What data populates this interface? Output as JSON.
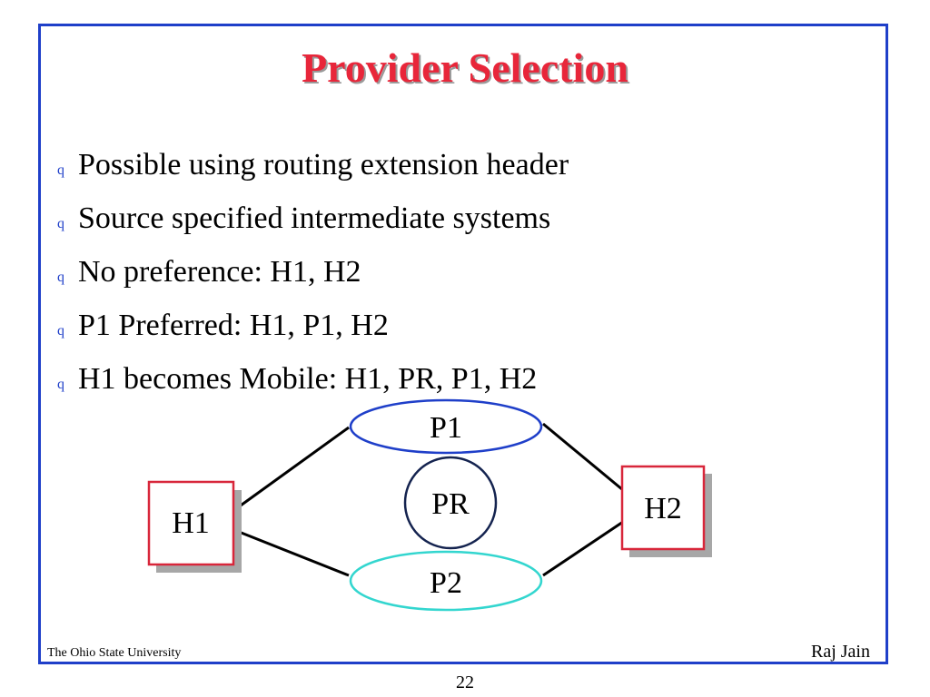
{
  "slide": {
    "title": "Provider Selection",
    "bullets": [
      {
        "marker": "q",
        "text": "Possible using routing extension header"
      },
      {
        "marker": "q",
        "text": "Source specified intermediate systems"
      },
      {
        "marker": "q",
        "text": "No preference: H1, H2"
      },
      {
        "marker": "q",
        "text": "P1 Preferred: H1, P1, H2"
      },
      {
        "marker": "q",
        "text": "H1 becomes Mobile: H1, PR, P1, H2"
      }
    ],
    "diagram": {
      "nodes": {
        "h1": "H1",
        "h2": "H2",
        "p1": "P1",
        "p2": "P2",
        "pr": "PR"
      },
      "colors": {
        "host_border": "#d8263a",
        "host_shadow": "#9a9a9a",
        "p1_outline": "#1f3fc9",
        "p2_outline": "#33d6cf",
        "pr_outline": "#14234f",
        "link": "#000000"
      }
    },
    "footer": {
      "institution": "The Ohio State University",
      "author": "Raj Jain"
    },
    "page_number": "22",
    "colors": {
      "frame": "#1f3fc9",
      "title": "#e8263a",
      "bullet_marker": "#1f3fc9"
    }
  }
}
